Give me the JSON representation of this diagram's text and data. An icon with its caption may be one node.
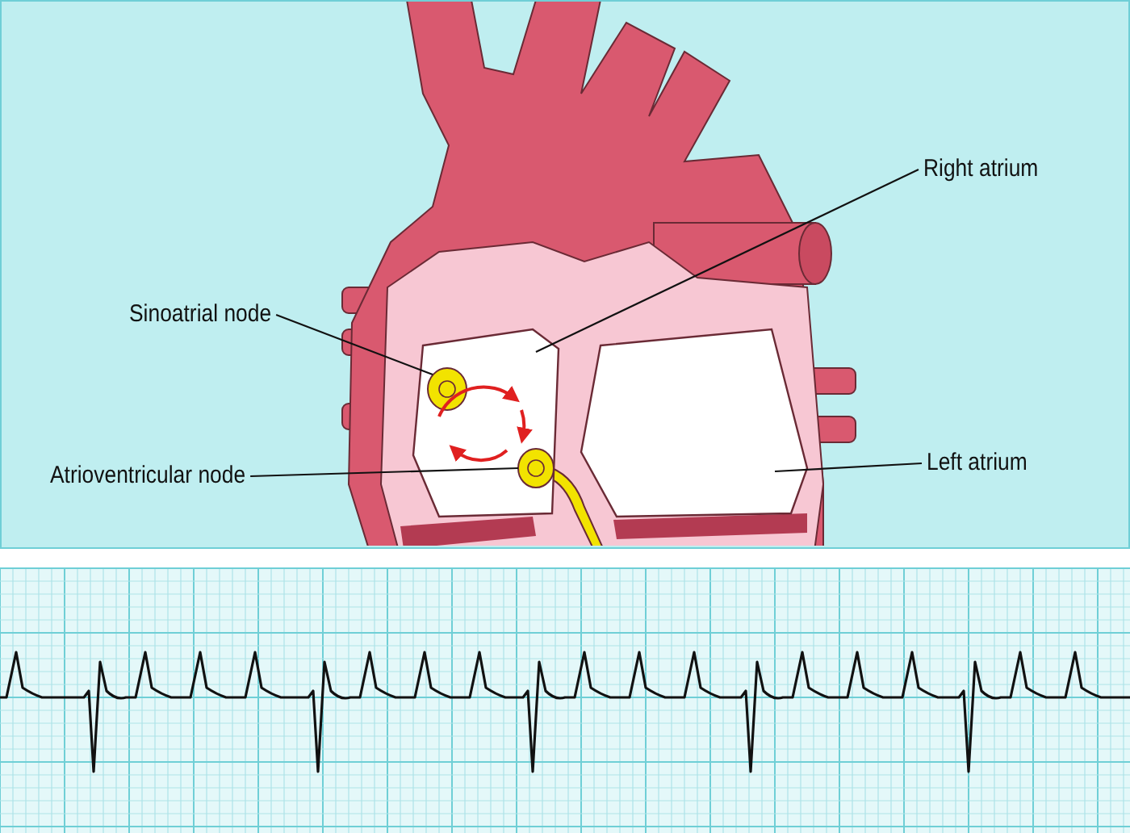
{
  "diagram": {
    "nodes": [
      {
        "text": [
          "Right atrium"
        ]
      },
      {
        "text": [],
        "shape": "box"
      },
      {
        "text": [
          "Sinoatrial node"
        ]
      },
      {
        "text": [],
        "shape": "circle",
        "in": 1
      },
      {
        "text": [
          "Atrioventricular node"
        ]
      },
      {
        "text": [],
        "shape": "circle",
        "in": 1
      },
      {
        "text": [
          "Left atrium"
        ]
      },
      {
        "text": [],
        "shape": "box"
      }
    ],
    "edges": [
      {
        "from": 0,
        "to": 1,
        "arrow": "none"
      },
      {
        "from": 2,
        "to": 3,
        "arrow": "none"
      },
      {
        "from": 4,
        "to": 5,
        "arrow": "none"
      },
      {
        "from": 6,
        "to": 7,
        "arrow": "none"
      }
    ]
  }
}
